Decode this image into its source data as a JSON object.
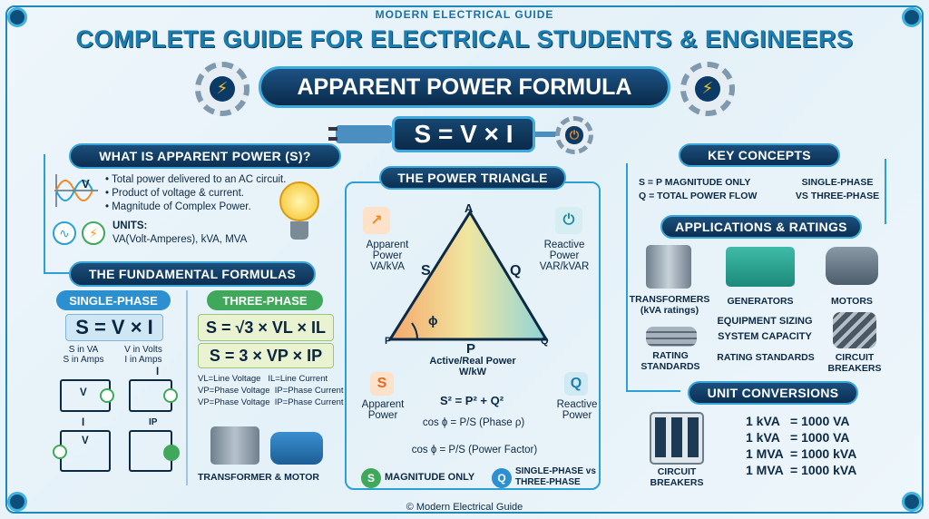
{
  "header": {
    "subtitle": "MODERN ELECTRICAL GUIDE",
    "title": "COMPLETE GUIDE FOR ELECTRICAL STUDENTS & ENGINEERS",
    "banner": "APPARENT POWER FORMULA",
    "main_formula": "S = V × I"
  },
  "what_is": {
    "heading": "WHAT IS APPARENT POWER (S)?",
    "wave_label": "V",
    "bullets": [
      "• Total power delivered to an AC circuit.",
      "• Product of voltage & current.",
      "• Magnitude of Complex Power."
    ],
    "units_label": "UNITS:",
    "units_value": "VA(Volt-Amperes), kVA, MVA"
  },
  "fundamental": {
    "heading": "THE FUNDAMENTAL FORMULAS",
    "single_tag": "SINGLE-PHASE",
    "single_formula": "S = V × I",
    "single_note_left": "S in VA\nS in Amps",
    "single_note_right": "V in Volts\nI in Amps",
    "three_tag": "THREE-PHASE",
    "three_formula_1": "S = √3 × VL × IL",
    "three_formula_2": "S = 3 × VP × IP",
    "legend": [
      "VL=Line Voltage   IL=Line Current",
      "VP=Phase Voltage  IP=Phase Current",
      "VP=Phase Voltage  IP=Phase Current"
    ],
    "circuit_labels": [
      "V",
      "I",
      "I",
      "V",
      "IP"
    ],
    "machine_caption": "TRANSFORMER & MOTOR"
  },
  "triangle": {
    "heading": "THE POWER TRIANGLE",
    "vertex_a": "A",
    "vertex_p": "P",
    "vertex_q": "Q",
    "side_s": "S",
    "side_q": "Q",
    "bottom_label": "P",
    "angle": "ϕ",
    "left_top_caption": "Apparent\nPower\nVA/kVA",
    "right_top_caption": "Reactive\nPower\nVAR/kVAR",
    "bottom_caption": "Active/Real Power\nW/kW",
    "left_bottom_caption": "Apparent\nPower",
    "right_bottom_caption": "Reactive\nPower",
    "icon_s": "S",
    "icon_q": "Q",
    "eq1": "S² = P² + Q²",
    "eq2": "cos ϕ = P/S (Phase ρ)",
    "eq3": "cos ϕ = P/S (Power Factor)",
    "footer_s": "MAGNITUDE ONLY",
    "footer_q": "SINGLE-PHASE vs\nTHREE-PHASE"
  },
  "key_concepts": {
    "heading": "KEY CONCEPTS",
    "left": "S = P MAGNITUDE ONLY\nQ = TOTAL POWER FLOW",
    "right": "SINGLE-PHASE\nVS THREE-PHASE"
  },
  "applications": {
    "heading": "APPLICATIONS & RATINGS",
    "transformers": "TRANSFORMERS\n(kVA ratings)",
    "generators": "GENERATORS",
    "motors": "MOTORS",
    "equipment": "EQUIPMENT SIZING\nSYSTEM CAPACITY",
    "rating_left": "RATING\nSTANDARDS",
    "rating_mid": "RATING STANDARDS",
    "breakers": "CIRCUIT\nBREAKERS"
  },
  "units": {
    "heading": "UNIT CONVERSIONS",
    "rows": [
      "1 kVA   = 1000 VA",
      "1 kVA   = 1000 VA",
      "1 MVA  = 1000 kVA",
      "1 MVA  = 1000 kVA"
    ],
    "caption": "CIRCUIT\nBREAKERS"
  },
  "footer": "© Modern Electrical Guide",
  "colors": {
    "navy": "#0b2f52",
    "accent": "#2ba0d4",
    "single_tag": "#2c8fd0",
    "three_tag": "#3fa85a",
    "triangle_left": "#f5a86b",
    "triangle_right": "#8fd3d9"
  }
}
